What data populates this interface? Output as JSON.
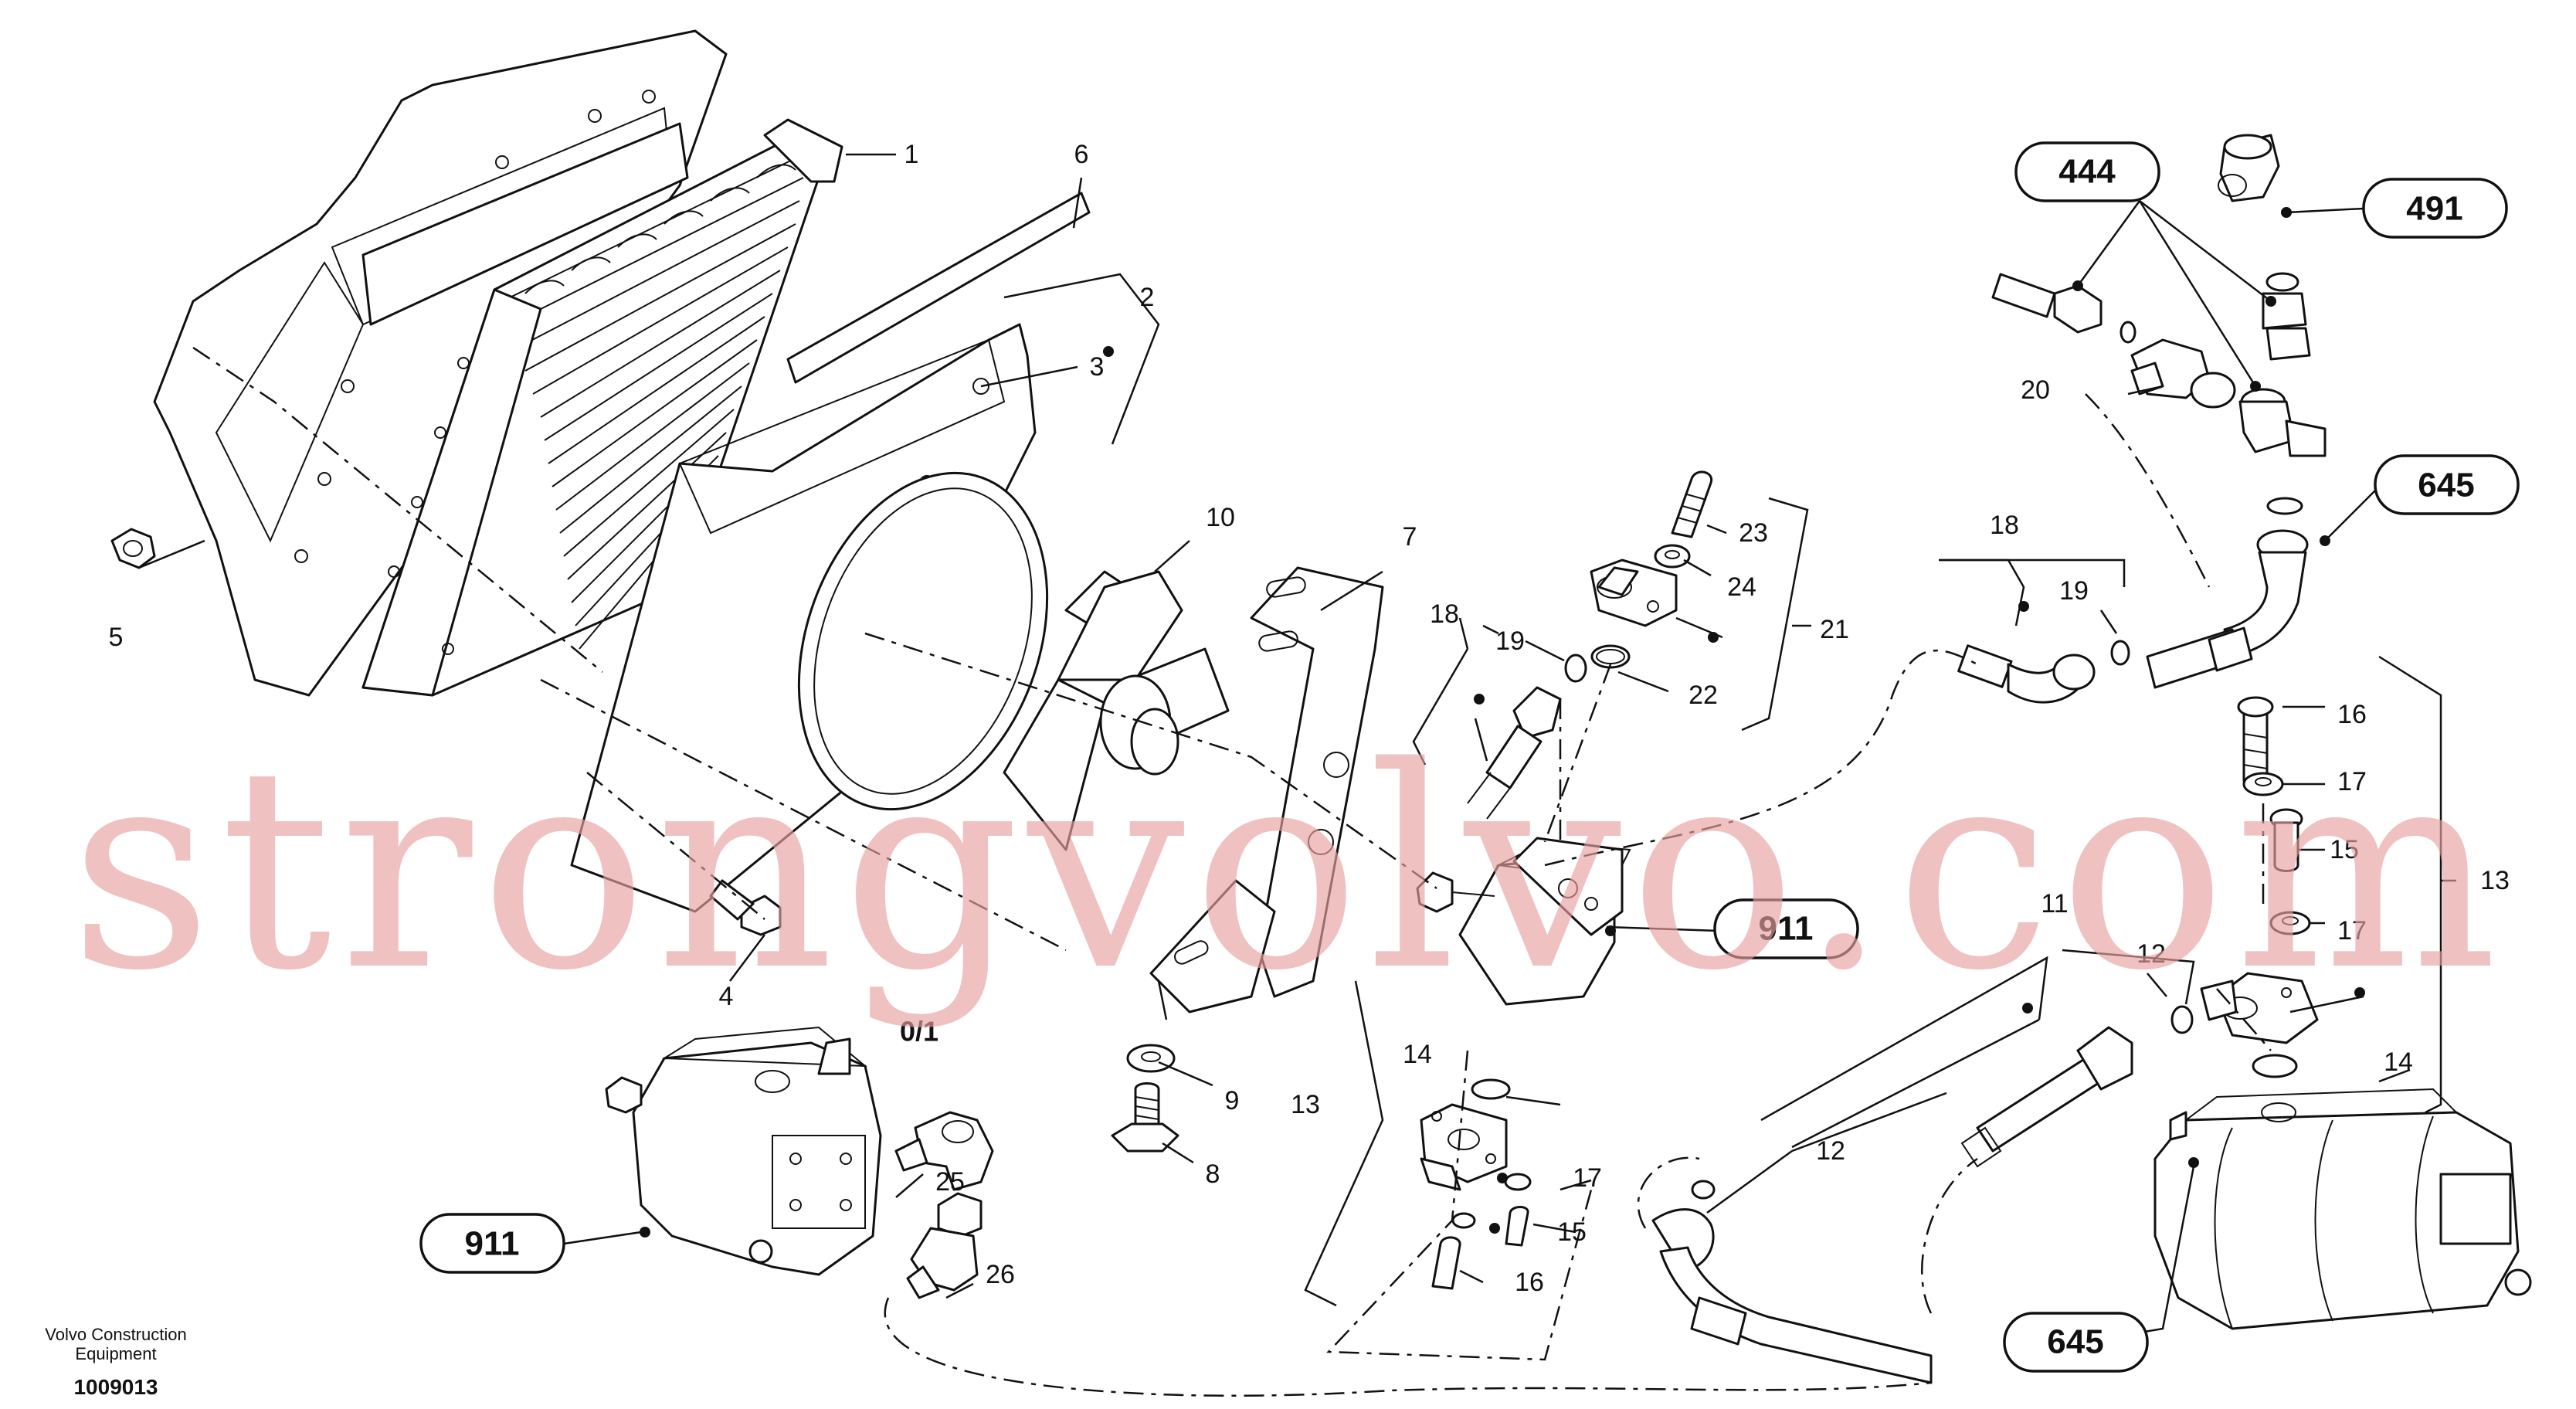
{
  "callouts": [
    {
      "id": "c1",
      "text": "1"
    },
    {
      "id": "c2",
      "text": "2"
    },
    {
      "id": "c3",
      "text": "3"
    },
    {
      "id": "c4",
      "text": "4"
    },
    {
      "id": "c5",
      "text": "5"
    },
    {
      "id": "c6",
      "text": "6"
    },
    {
      "id": "c7",
      "text": "7"
    },
    {
      "id": "c8",
      "text": "8"
    },
    {
      "id": "c9",
      "text": "9"
    },
    {
      "id": "c10",
      "text": "10"
    },
    {
      "id": "c11",
      "text": "11"
    },
    {
      "id": "c12a",
      "text": "12"
    },
    {
      "id": "c12b",
      "text": "12"
    },
    {
      "id": "c13a",
      "text": "13"
    },
    {
      "id": "c13b",
      "text": "13"
    },
    {
      "id": "c14a",
      "text": "14"
    },
    {
      "id": "c14b",
      "text": "14"
    },
    {
      "id": "c15a",
      "text": "15"
    },
    {
      "id": "c15b",
      "text": "15"
    },
    {
      "id": "c16a",
      "text": "16"
    },
    {
      "id": "c16b",
      "text": "16"
    },
    {
      "id": "c17a",
      "text": "17"
    },
    {
      "id": "c17b",
      "text": "17"
    },
    {
      "id": "c17c",
      "text": "17"
    },
    {
      "id": "c18a",
      "text": "18"
    },
    {
      "id": "c18b",
      "text": "18"
    },
    {
      "id": "c19a",
      "text": "19"
    },
    {
      "id": "c19b",
      "text": "19"
    },
    {
      "id": "c20",
      "text": "20"
    },
    {
      "id": "c21",
      "text": "21"
    },
    {
      "id": "c22",
      "text": "22"
    },
    {
      "id": "c23",
      "text": "23"
    },
    {
      "id": "c24",
      "text": "24"
    },
    {
      "id": "c25",
      "text": "25"
    },
    {
      "id": "c26",
      "text": "26"
    },
    {
      "id": "c01",
      "text": "0/1"
    }
  ],
  "references": [
    {
      "id": "r444",
      "text": "444"
    },
    {
      "id": "r491",
      "text": "491"
    },
    {
      "id": "r645a",
      "text": "645"
    },
    {
      "id": "r645b",
      "text": "645"
    },
    {
      "id": "r911a",
      "text": "911"
    },
    {
      "id": "r911b",
      "text": "911"
    }
  ],
  "footer": {
    "company_line1": "Volvo Construction",
    "company_line2": "Equipment",
    "drawing_number": "1009013"
  },
  "watermark": "strongvolvo.com",
  "colors": {
    "lines": "#111111",
    "background": "#ffffff",
    "watermark": "#e8a0a0"
  }
}
